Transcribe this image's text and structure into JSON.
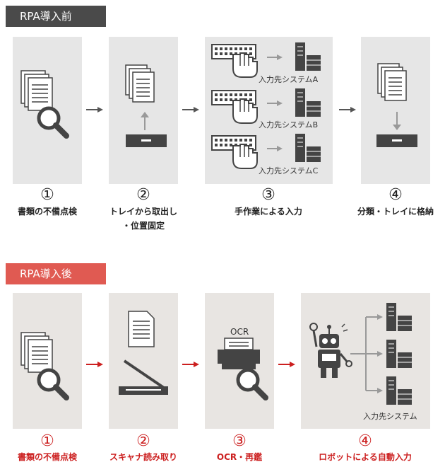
{
  "before": {
    "label": "RPA導入前",
    "label_color": "#4a4a4a",
    "steps": [
      {
        "num": "①",
        "caption": "書類の不備点検"
      },
      {
        "num": "②",
        "caption": "トレイから取出し",
        "caption2": "・位置固定"
      },
      {
        "num": "③",
        "caption": "手作業による入力"
      },
      {
        "num": "④",
        "caption": "分類・トレイに格納"
      }
    ],
    "systems": [
      "入力先システムA",
      "入力先システムB",
      "入力先システムC"
    ]
  },
  "after": {
    "label": "RPA導入後",
    "label_color": "#e05a52",
    "accent": "#cc1f1f",
    "steps": [
      {
        "num": "①",
        "caption": "書類の不備点検"
      },
      {
        "num": "②",
        "caption": "スキャナ読み取り"
      },
      {
        "num": "③",
        "caption": "OCR・再鑑"
      },
      {
        "num": "④",
        "caption": "ロボットによる自動入力"
      }
    ],
    "ocr_label": "OCR",
    "system_label": "入力先システム"
  }
}
